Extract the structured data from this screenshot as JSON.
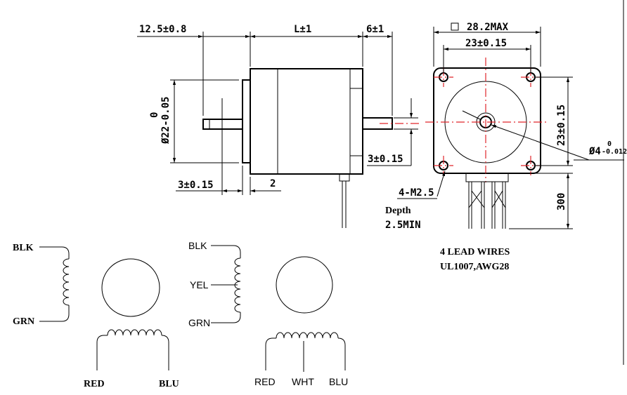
{
  "side_view": {
    "dim_shaft_length": "12.5±0.8",
    "dim_body_length": "L±1",
    "dim_rear_boss": "6±1",
    "dim_pilot_diameter": "Ø22-0.05",
    "dim_pilot_tol": "0",
    "dim_pilot_height": "3±0.15",
    "dim_flange_thickness": "2",
    "dim_rear_shaft": "3±0.15"
  },
  "front_view": {
    "dim_flange_max": "28.2MAX",
    "dim_hole_spacing_x": "23±0.15",
    "dim_hole_spacing_y": "23±0.15",
    "dim_shaft_dia": "Ø4",
    "dim_shaft_tol_upper": "0",
    "dim_shaft_tol_lower": "-0.012",
    "dim_screw": "4-M2.5",
    "dim_depth_label": "Depth",
    "dim_depth_value": "2.5MIN",
    "dim_lead_length": "300"
  },
  "notes": {
    "line1": "4 LEAD WIRES",
    "line2": "UL1007,AWG28"
  },
  "schematic_4lead": {
    "top": "BLK",
    "bottom": "GRN",
    "left": "RED",
    "right": "BLU"
  },
  "schematic_6lead": {
    "top": "BLK",
    "mid": "YEL",
    "bottom": "GRN",
    "left": "RED",
    "center": "WHT",
    "right": "BLU"
  }
}
